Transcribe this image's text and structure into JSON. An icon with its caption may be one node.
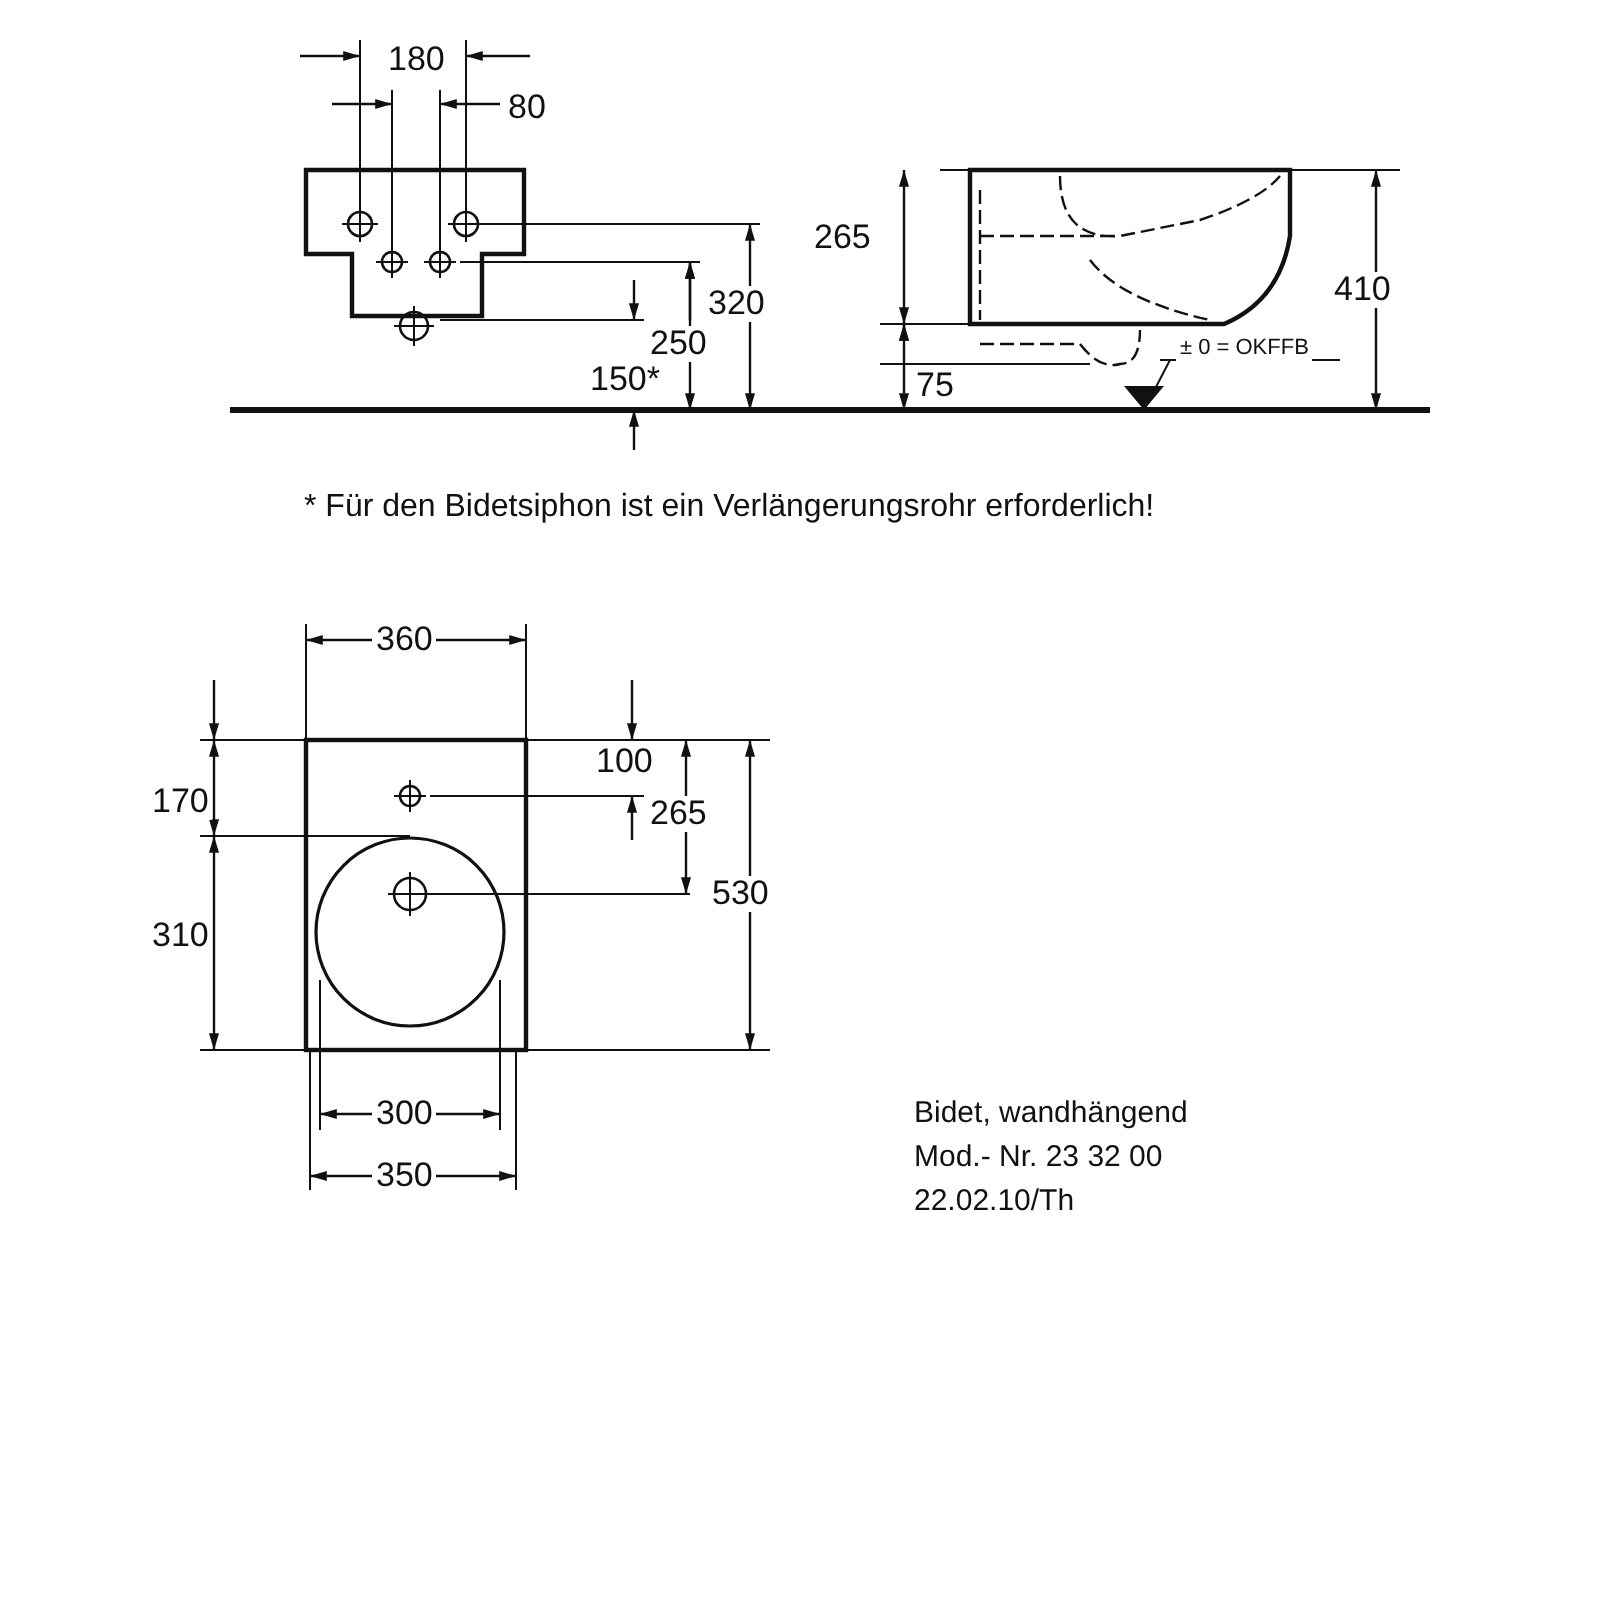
{
  "diagram": {
    "labels": [
      "180",
      "80",
      "265",
      "410",
      "320",
      "250",
      "± 0 = OKFFB",
      "150*",
      "75",
      "* Für den Bidetsiphon ist ein Verlängerungsrohr erforderlich!",
      "360",
      "100",
      "170",
      "265",
      "530",
      "310",
      "300",
      "350",
      "Bidet, wandhängend",
      "Mod.- Nr. 23 32 00",
      "22.02.10/Th"
    ]
  }
}
